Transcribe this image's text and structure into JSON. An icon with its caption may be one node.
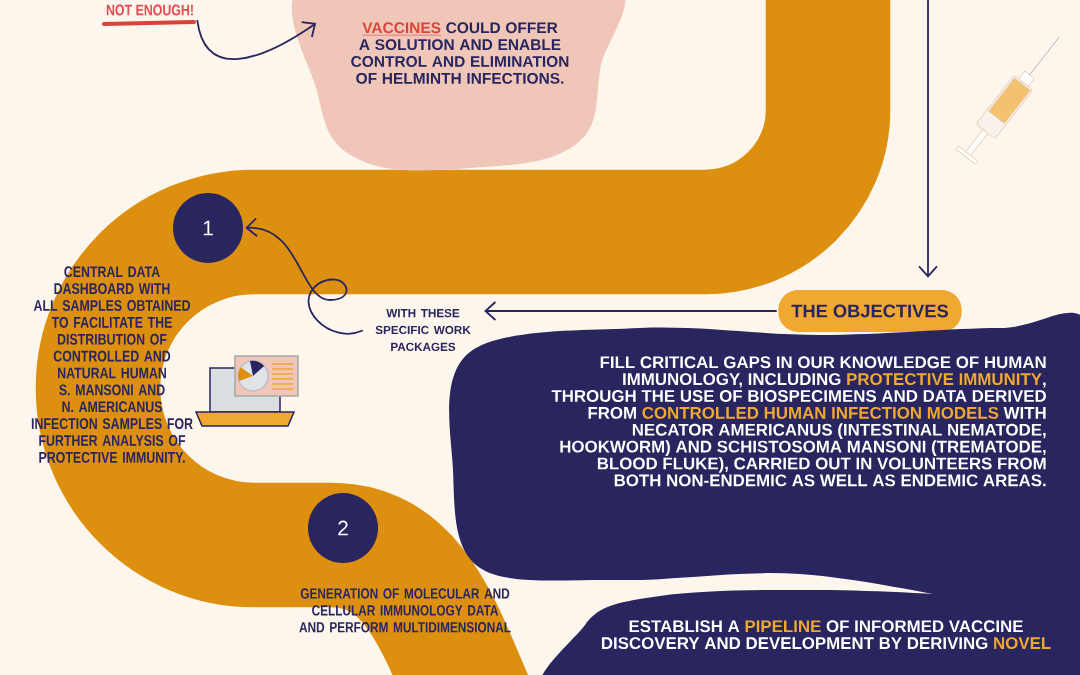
{
  "diagram": {
    "nodes": [
      {
        "text": [
          "NOT ENOUGH!"
        ]
      },
      {
        "text": [
          "**VACCINES** COULD OFFER A SOLUTION AND ENABLE CONTROL AND ELIMINATION OF HELMINTH INFECTIONS."
        ]
      },
      {
        "text": [
          "1"
        ]
      },
      {
        "text": [
          "CENTRAL DATA DASHBOARD WITH ALL SAMPLES OBTAINED TO FACILITATE THE DISTRIBUTION OF CONTROLLED AND NATURAL HUMAN S. MANSONI AND N. AMERICANUS INFECTION SAMPLES FOR FURTHER ANALYSIS OF PROTECTIVE IMMUNITY."
        ]
      },
      {
        "text": [
          "WITH THESE SPECIFIC WORK PACKAGES"
        ]
      },
      {
        "text": [
          "THE OBJECTIVES"
        ]
      },
      {
        "text": [
          "FILL CRITICAL GAPS IN OUR KNOWLEDGE OF HUMAN IMMUNOLOGY, INCLUDING **PROTECTIVE IMMUNITY**, THROUGH THE USE OF BIOSPECIMENS AND DATA DERIVED FROM **CONTROLLED HUMAN INFECTION MODELS** WITH NECATOR AMERICANUS (INTESTINAL NEMATODE, HOOKWORM) AND SCHISTOSOMA MANSONI (TREMATODE, BLOOD FLUKE), CARRIED OUT IN VOLUNTEERS FROM BOTH NON-ENDEMIC AS WELL AS ENDEMIC AREAS."
        ]
      },
      {
        "text": [
          "2"
        ]
      },
      {
        "text": [
          "GENERATION OF MOLECULAR AND CELLULAR IMMUNOLOGY DATA AND PERFORM MULTIDIMENSIONAL"
        ]
      },
      {
        "text": [
          "ESTABLISH A **PIPELINE** OF INFORMED VACCINE DISCOVERY AND DEVELOPMENT BY DERIVING **NOVEL**"
        ]
      }
    ],
    "edges": [
      {
        "from": 0,
        "to": 1,
        "arrow": "to"
      },
      {
        "from": 4,
        "to": 2,
        "arrow": "to"
      },
      {
        "from": 5,
        "to": 4,
        "arrow": "to"
      },
      {
        "from": null,
        "to": 5,
        "arrow": "to"
      }
    ]
  }
}
